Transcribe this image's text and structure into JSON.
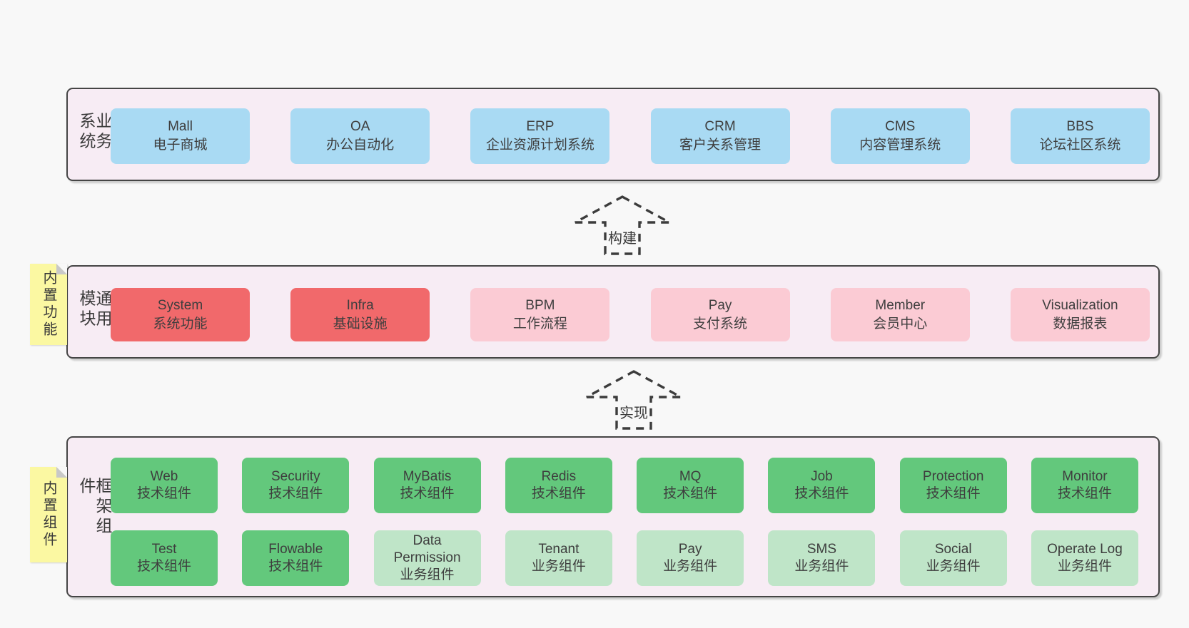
{
  "diagram": {
    "business": {
      "side_label": "业务系统",
      "boxes": [
        {
          "title": "Mall",
          "subtitle": "电子商城",
          "variant": "blue"
        },
        {
          "title": "OA",
          "subtitle": "办公自动化",
          "variant": "blue"
        },
        {
          "title": "ERP",
          "subtitle": "企业资源计划系统",
          "variant": "blue"
        },
        {
          "title": "CRM",
          "subtitle": "客户关系管理",
          "variant": "blue"
        },
        {
          "title": "CMS",
          "subtitle": "内容管理系统",
          "variant": "blue"
        },
        {
          "title": "BBS",
          "subtitle": "论坛社区系统",
          "variant": "blue"
        }
      ]
    },
    "arrows": {
      "build": "构建",
      "implement": "实现"
    },
    "modules": {
      "side_label": "通用模块",
      "sticky": "内置功能",
      "boxes": [
        {
          "title": "System",
          "subtitle": "系统功能",
          "variant": "red"
        },
        {
          "title": "Infra",
          "subtitle": "基础设施",
          "variant": "red"
        },
        {
          "title": "BPM",
          "subtitle": "工作流程",
          "variant": "pink"
        },
        {
          "title": "Pay",
          "subtitle": "支付系统",
          "variant": "pink"
        },
        {
          "title": "Member",
          "subtitle": "会员中心",
          "variant": "pink"
        },
        {
          "title": "Visualization",
          "subtitle": "数据报表",
          "variant": "pink"
        }
      ]
    },
    "framework": {
      "side_label": "框架组件",
      "sticky": "内置组件",
      "row1": [
        {
          "title": "Web",
          "subtitle": "技术组件",
          "variant": "green"
        },
        {
          "title": "Security",
          "subtitle": "技术组件",
          "variant": "green"
        },
        {
          "title": "MyBatis",
          "subtitle": "技术组件",
          "variant": "green"
        },
        {
          "title": "Redis",
          "subtitle": "技术组件",
          "variant": "green"
        },
        {
          "title": "MQ",
          "subtitle": "技术组件",
          "variant": "green"
        },
        {
          "title": "Job",
          "subtitle": "技术组件",
          "variant": "green"
        },
        {
          "title": "Protection",
          "subtitle": "技术组件",
          "variant": "green"
        },
        {
          "title": "Monitor",
          "subtitle": "技术组件",
          "variant": "green"
        }
      ],
      "row2": [
        {
          "title": "Test",
          "subtitle": "技术组件",
          "variant": "green"
        },
        {
          "title": "Flowable",
          "subtitle": "技术组件",
          "variant": "green"
        },
        {
          "title": "Data Permission",
          "subtitle": "业务组件",
          "variant": "green-light"
        },
        {
          "title": "Tenant",
          "subtitle": "业务组件",
          "variant": "green-light"
        },
        {
          "title": "Pay",
          "subtitle": "业务组件",
          "variant": "green-light"
        },
        {
          "title": "SMS",
          "subtitle": "业务组件",
          "variant": "green-light"
        },
        {
          "title": "Social",
          "subtitle": "业务组件",
          "variant": "green-light"
        },
        {
          "title": "Operate Log",
          "subtitle": "业务组件",
          "variant": "green-light"
        }
      ]
    }
  },
  "colors": {
    "page_bg": "#f8f8f8",
    "panel_bg": "#f7ecf4",
    "panel_border": "#454545",
    "blue": "#a9daf3",
    "red": "#f1696b",
    "pink": "#fbcbd4",
    "green": "#63c87c",
    "green_light": "#bfe5c8",
    "sticky_yellow": "#fbf8a2",
    "sticky_fold": "#c8c8c8",
    "text": "#3e3e3e"
  }
}
